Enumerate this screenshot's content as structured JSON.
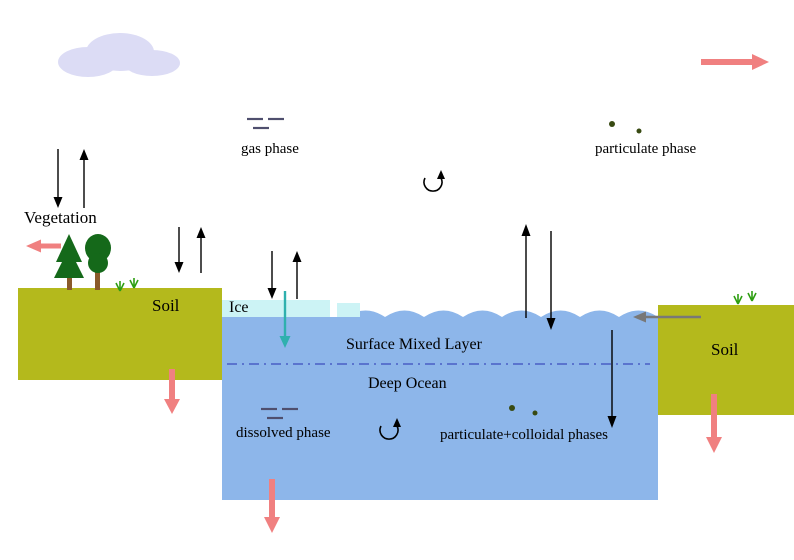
{
  "diagram": {
    "type": "biogeochemical-cycle-schematic",
    "labels": {
      "vegetation": "Vegetation",
      "gas_phase": "gas phase",
      "particulate_phase": "particulate phase",
      "soil_left": "Soil",
      "ice": "Ice",
      "surface_mixed_layer": "Surface Mixed Layer",
      "deep_ocean": "Deep Ocean",
      "dissolved_phase": "dissolved phase",
      "particulate_colloidal": "particulate+colloidal phases",
      "soil_right": "Soil"
    }
  },
  "colors": {
    "background": "#ffffff",
    "text": "#000000",
    "cloud": "#dcdcf5",
    "soil": "#b4b91c",
    "ocean": "#8db6ea",
    "ice": "#ccf3f5",
    "arrow-black": "#000000",
    "pink-arrow": "#f08080",
    "teal-arrow": "#2fb0ae",
    "gray-arrow": "#787878",
    "tree-green": "#15691a",
    "trunk-brown": "#8a5a2a",
    "grass-green": "#2e9e12",
    "boundary-line": "#4a5ec4",
    "dash-symbol": "#4f4f6e",
    "dot-symbol": "#384a12"
  }
}
